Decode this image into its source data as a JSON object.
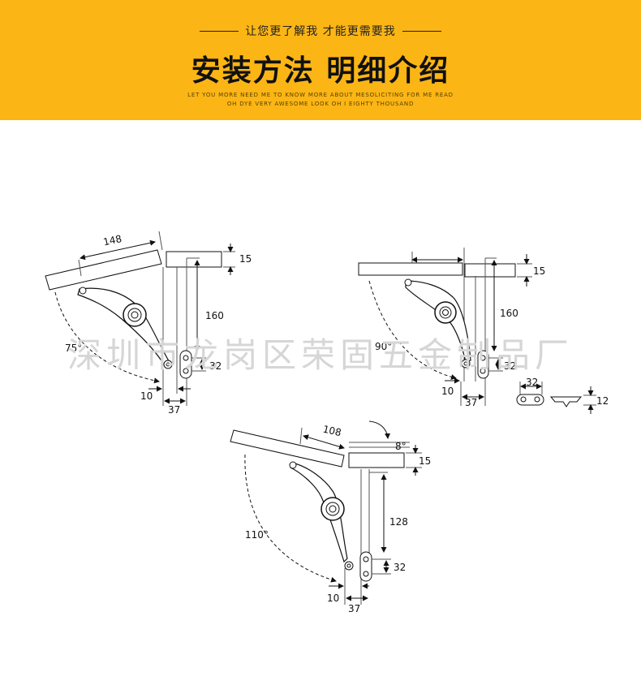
{
  "header": {
    "subtitle": "让您更了解我 才能更需要我",
    "title": "安装方法  明细介绍",
    "english_line1": "LET YOU MORE NEED ME TO KNOW MORE ABOUT MESOLICITING FOR ME READ",
    "english_line2": "OH DYE VERY AWESOME LOOK OH I EIGHTY THOUSAND",
    "bg_color": "#fbb515"
  },
  "watermark": "深圳市龙岗区荣固五金制品厂",
  "diagrams": {
    "d75": {
      "len": "148",
      "thick": "15",
      "height": "160",
      "hole": "32",
      "offset": "10",
      "base": "37",
      "angle": "75°"
    },
    "d90": {
      "thick": "15",
      "height": "160",
      "hole": "32",
      "offset": "10",
      "base": "37",
      "angle": "90°",
      "part_dim": "32",
      "part_height": "12"
    },
    "d110": {
      "len": "108",
      "tilt": "8°",
      "thick": "15",
      "height": "128",
      "hole": "32",
      "offset": "10",
      "base": "37",
      "angle": "110°"
    }
  }
}
